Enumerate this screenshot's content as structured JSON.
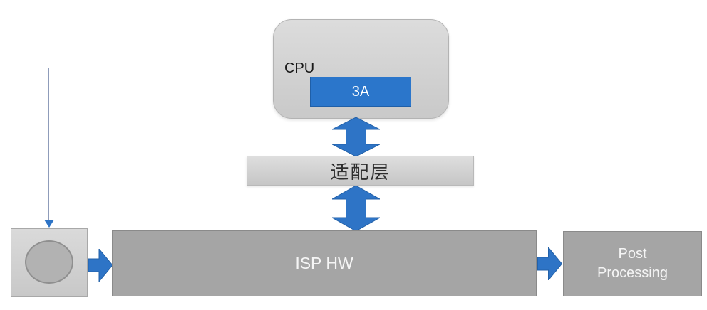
{
  "diagram": {
    "cpu": {
      "label": "CPU"
    },
    "three_a": {
      "label": "3A"
    },
    "adapter_layer": {
      "label": "适配层"
    },
    "isp_hw": {
      "label": "ISP HW"
    },
    "post_processing": {
      "label": "Post Processing"
    },
    "colors": {
      "accent_blue": "#2e74c6",
      "accent_blue_dark": "#2361a8",
      "box_gray_light": "#d2d2d2",
      "box_gray_medium": "#a5a5a5"
    },
    "icons": [
      "sensor-lens-icon",
      "up-down-arrow-icon",
      "right-arrow-icon",
      "down-arrowhead-icon"
    ]
  }
}
